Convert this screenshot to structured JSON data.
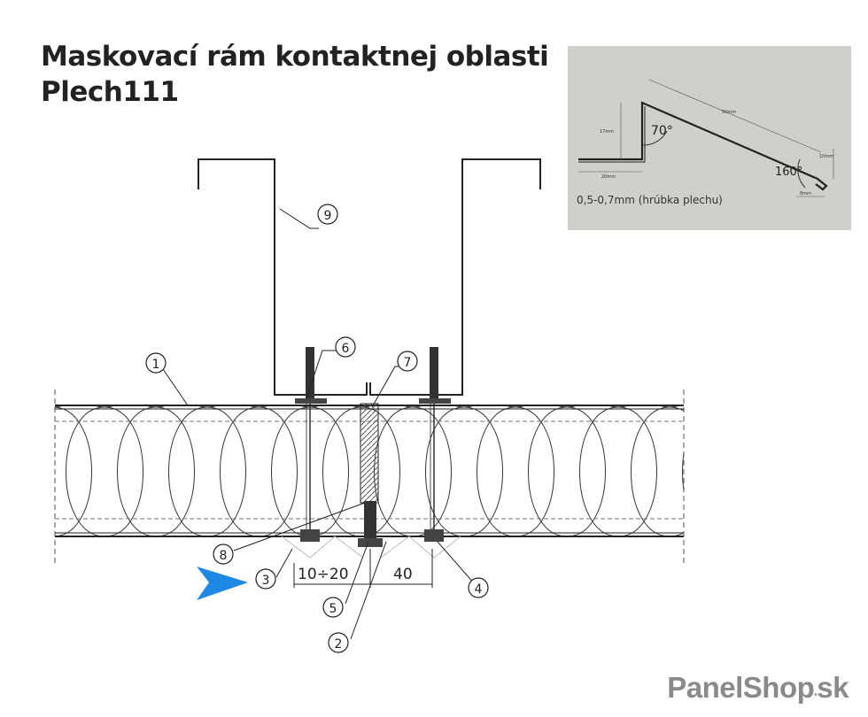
{
  "title": {
    "line1": "Maskovací rám kontaktnej oblasti",
    "line2": "Plech111"
  },
  "inset": {
    "angle_top": "70°",
    "angle_bottom": "160°",
    "dim_17": "17mm",
    "dim_20": "20mm",
    "dim_50": "50mm",
    "dim_10": "10mm",
    "dim_8": "8mm",
    "thickness_note": "0,5-0,7mm (hrúbka plechu)"
  },
  "callouts": {
    "c1": "1",
    "c2": "2",
    "c3": "3",
    "c4": "4",
    "c5": "5",
    "c6": "6",
    "c7": "7",
    "c8": "8",
    "c9": "9"
  },
  "dimensions": {
    "gap": "10÷20",
    "edge": "40"
  },
  "brand": {
    "name": "PanelShop",
    "dot": "•",
    "tld": "sk"
  },
  "colors": {
    "arrow": "#1e88e5",
    "inset_bg": "#cfcfcc",
    "line": "#222222"
  }
}
